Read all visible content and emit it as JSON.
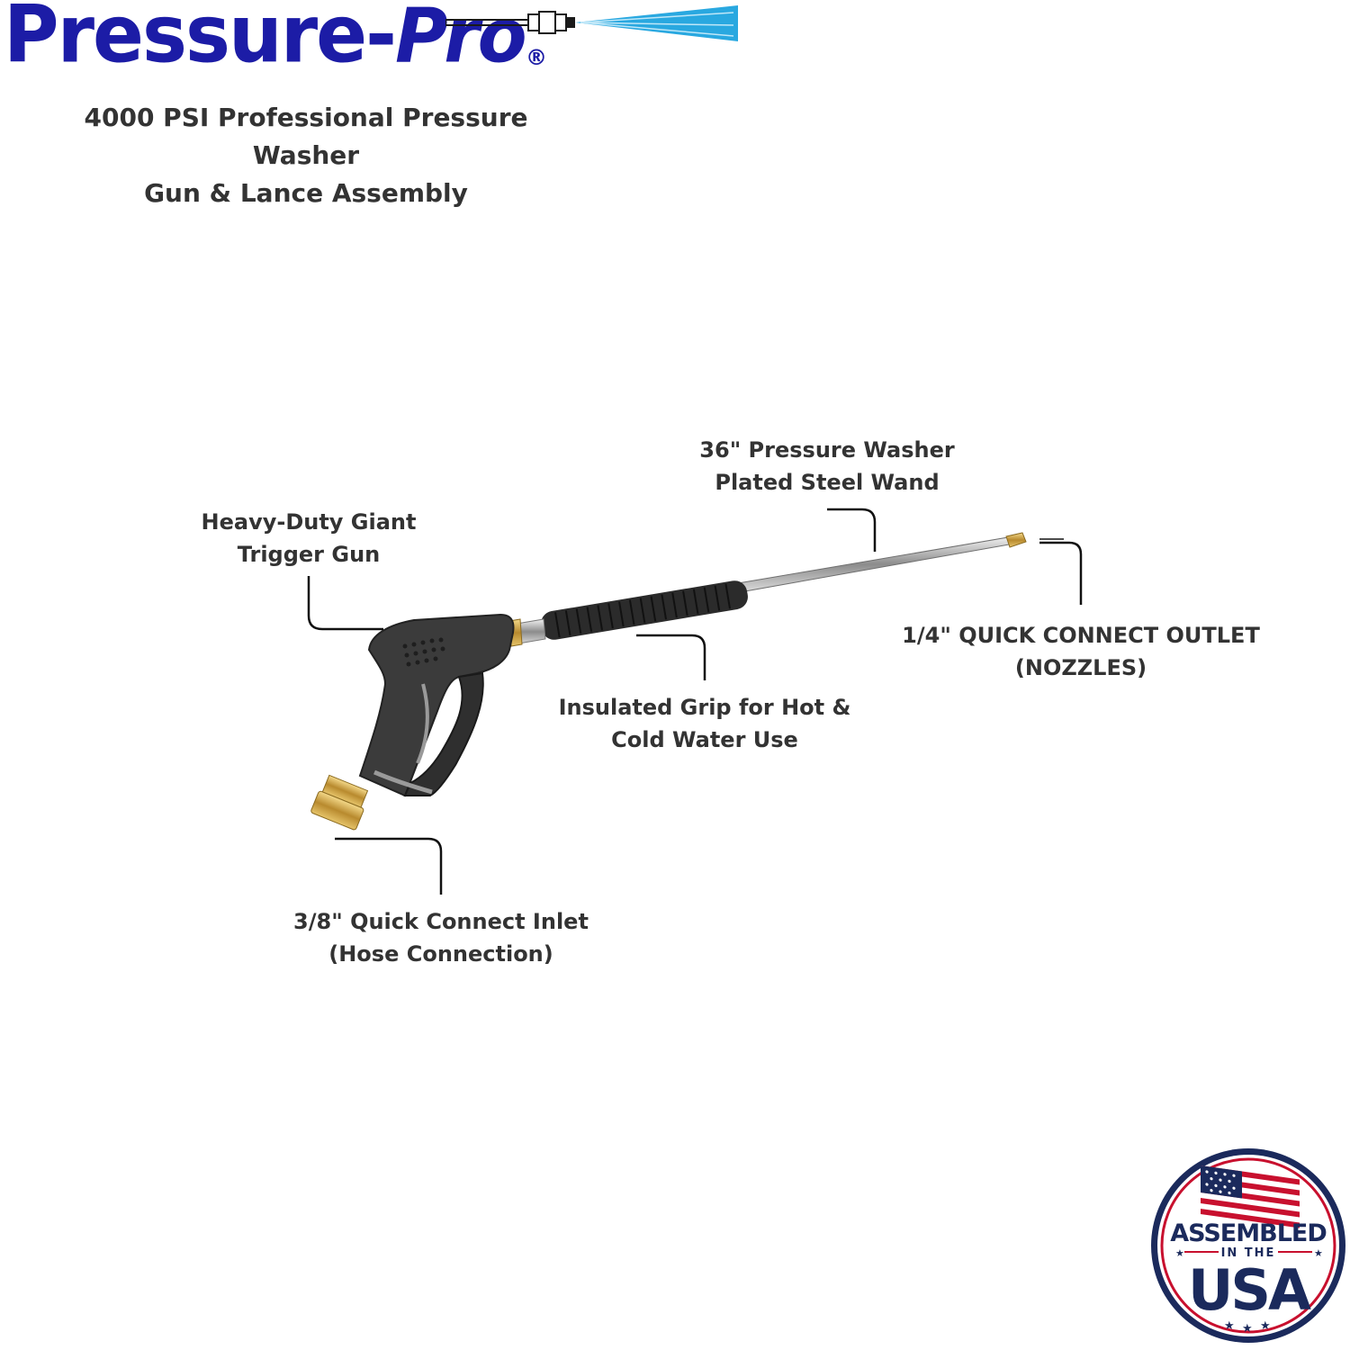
{
  "brand": {
    "name_left": "Pressure-",
    "name_right": "Pro",
    "registered": "®"
  },
  "subtitle": {
    "line1": "4000 PSI Professional Pressure Washer",
    "line2": "Gun & Lance Assembly"
  },
  "labels": {
    "wand": {
      "line1": "36\" Pressure Washer",
      "line2": "Plated Steel Wand"
    },
    "trigger": {
      "line1": "Heavy-Duty Giant",
      "line2": "Trigger Gun"
    },
    "outlet": {
      "line1": "1/4\" QUICK CONNECT OUTLET",
      "line2": "(NOZZLES)"
    },
    "grip": {
      "line1": "Insulated Grip for Hot &",
      "line2": "Cold Water Use"
    },
    "inlet": {
      "line1": "3/8\" Quick Connect Inlet",
      "line2": "(Hose Connection)"
    }
  },
  "badge": {
    "top": "ASSEMBLED",
    "middle": "IN THE",
    "bottom": "USA"
  },
  "colors": {
    "brand_blue": "#1c1ca6",
    "spray_blue": "#29a8e0",
    "badge_red": "#c8102e",
    "badge_navy": "#1b2a5c",
    "text": "#333333"
  },
  "icons": [
    "spray-wand-icon",
    "trigger-gun-icon",
    "usa-flag-icon",
    "star-icon"
  ]
}
